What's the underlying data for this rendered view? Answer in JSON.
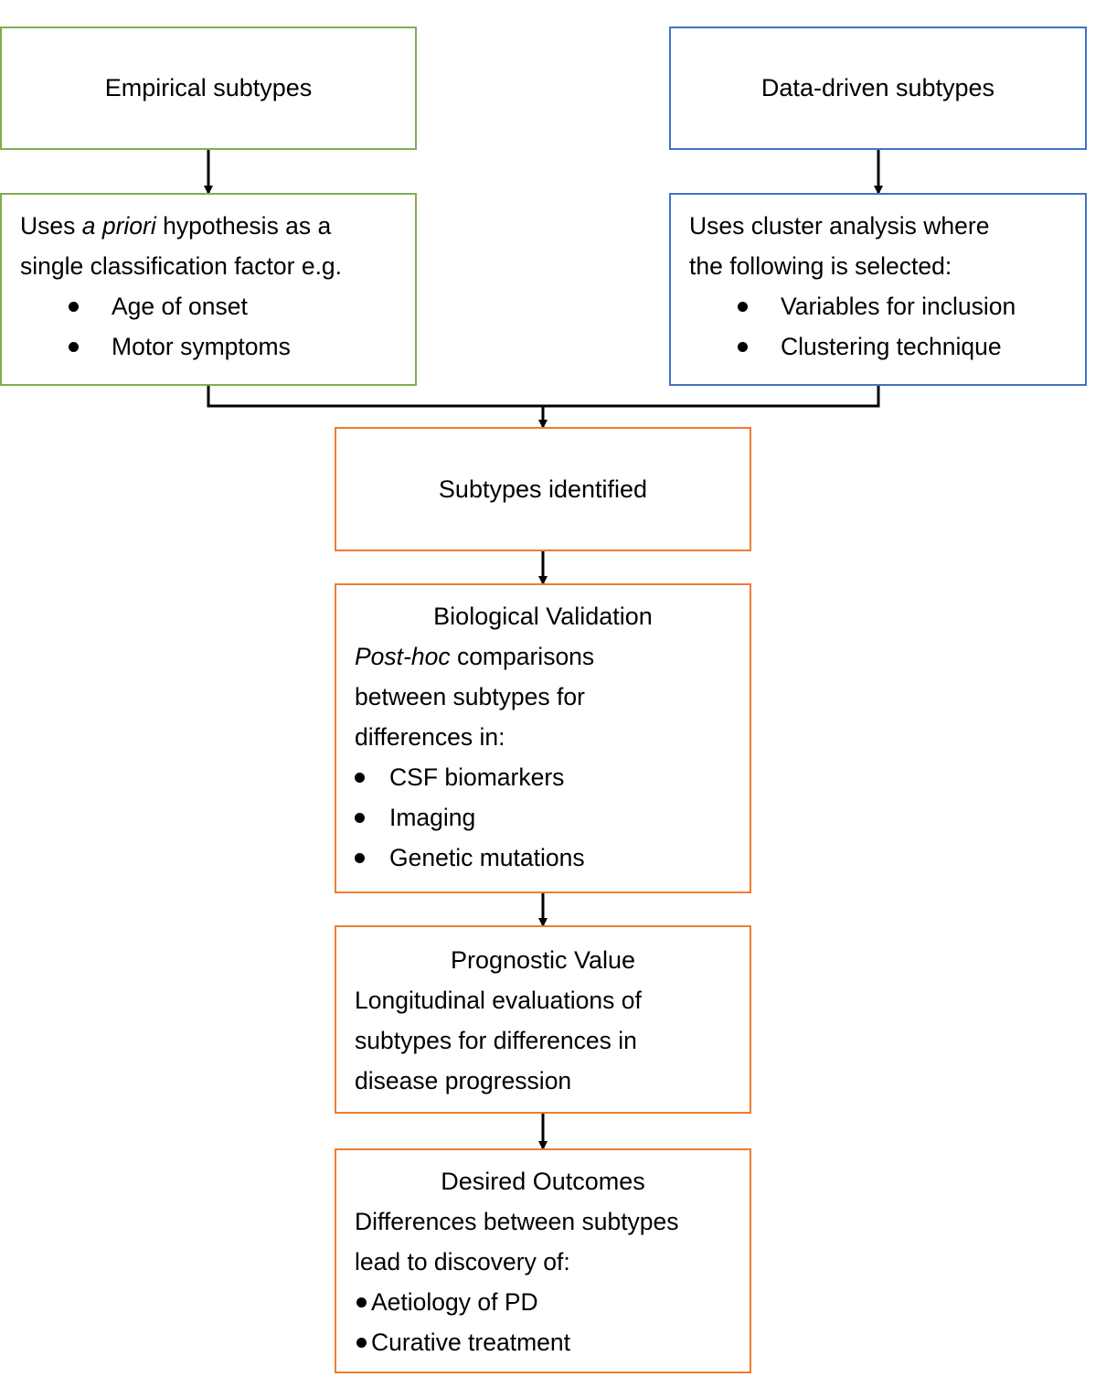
{
  "nodes": {
    "empirical_title": "Empirical subtypes",
    "datadriven_title": "Data-driven subtypes",
    "empirical_desc": {
      "line1_pre": "Uses ",
      "line1_em": "a priori",
      "line1_post": " hypothesis as a",
      "line2": "single classification factor e.g.",
      "bullets": [
        "Age of onset",
        "Motor symptoms"
      ]
    },
    "datadriven_desc": {
      "line1": "Uses cluster analysis where",
      "line2": "the following is selected:",
      "bullets": [
        "Variables for inclusion",
        "Clustering technique"
      ]
    },
    "identified": "Subtypes identified",
    "validation": {
      "title": "Biological Validation",
      "line1_em": "Post-hoc",
      "line1_post": " comparisons",
      "line2": "between subtypes for",
      "line3": "differences in:",
      "bullets": [
        "CSF biomarkers",
        "Imaging",
        "Genetic mutations"
      ]
    },
    "prognostic": {
      "title": "Prognostic Value",
      "lines": [
        "Longitudinal evaluations of",
        "subtypes for differences in",
        "disease progression"
      ]
    },
    "outcomes": {
      "title": "Desired Outcomes",
      "lines": [
        "Differences between subtypes",
        "lead to discovery of:"
      ],
      "bullets": [
        "Aetiology of PD",
        "Curative treatment"
      ]
    }
  },
  "colors": {
    "empirical_border": "#7FAE4E",
    "datadriven_border": "#4472C4",
    "process_border": "#ED7D31",
    "connector": "#000000"
  }
}
